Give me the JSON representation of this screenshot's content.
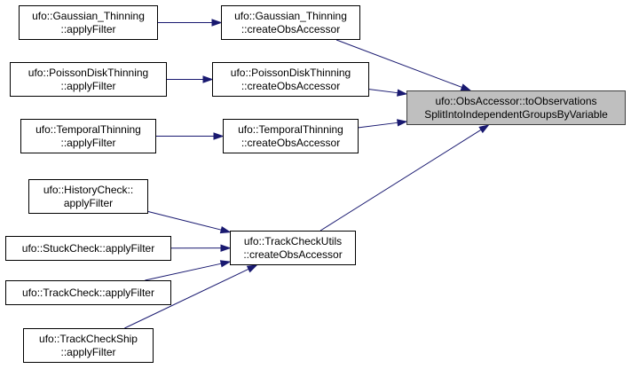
{
  "graph": {
    "edge_color": "#191970",
    "focus_fill": "#bfbfbf",
    "nodes": {
      "gt_apply": {
        "lines": [
          "ufo::Gaussian_Thinning",
          "::applyFilter"
        ]
      },
      "gt_create": {
        "lines": [
          "ufo::Gaussian_Thinning",
          "::createObsAccessor"
        ]
      },
      "pd_apply": {
        "lines": [
          "ufo::PoissonDiskThinning",
          "::applyFilter"
        ]
      },
      "pd_create": {
        "lines": [
          "ufo::PoissonDiskThinning",
          "::createObsAccessor"
        ]
      },
      "tt_apply": {
        "lines": [
          "ufo::TemporalThinning",
          "::applyFilter"
        ]
      },
      "tt_create": {
        "lines": [
          "ufo::TemporalThinning",
          "::createObsAccessor"
        ]
      },
      "hc_apply": {
        "lines": [
          "ufo::HistoryCheck::",
          "applyFilter"
        ]
      },
      "sc_apply": {
        "lines": [
          "ufo::StuckCheck::applyFilter"
        ]
      },
      "tc_apply": {
        "lines": [
          "ufo::TrackCheck::applyFilter"
        ]
      },
      "tcs_apply": {
        "lines": [
          "ufo::TrackCheckShip",
          "::applyFilter"
        ]
      },
      "tcu_create": {
        "lines": [
          "ufo::TrackCheckUtils",
          "::createObsAccessor"
        ]
      },
      "target": {
        "lines": [
          "ufo::ObsAccessor::toObservations",
          "SplitIntoIndependentGroupsByVariable"
        ]
      }
    },
    "edges": [
      [
        "gt_apply",
        "gt_create"
      ],
      [
        "pd_apply",
        "pd_create"
      ],
      [
        "tt_apply",
        "tt_create"
      ],
      [
        "gt_create",
        "target"
      ],
      [
        "pd_create",
        "target"
      ],
      [
        "tt_create",
        "target"
      ],
      [
        "tcu_create",
        "target"
      ],
      [
        "hc_apply",
        "tcu_create"
      ],
      [
        "sc_apply",
        "tcu_create"
      ],
      [
        "tc_apply",
        "tcu_create"
      ],
      [
        "tcs_apply",
        "tcu_create"
      ]
    ]
  }
}
